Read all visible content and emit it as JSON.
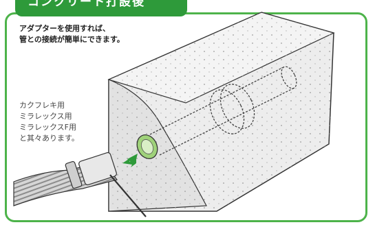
{
  "title": "コンクリート打設後",
  "caption": {
    "line1": "アダプターを使用すれば、",
    "line2": "管との接続が簡単にできます。"
  },
  "variants": {
    "line1": "カクフレキ用",
    "line2": "ミラレックス用",
    "line3": "ミラレックスF用",
    "line4": "と其々あります。"
  },
  "colors": {
    "frame_green": "#4db34a",
    "title_green": "#2e9a3a",
    "arrow_green": "#2e9a3a",
    "adapter_green": "#9fd27a",
    "concrete": "#ececec"
  }
}
